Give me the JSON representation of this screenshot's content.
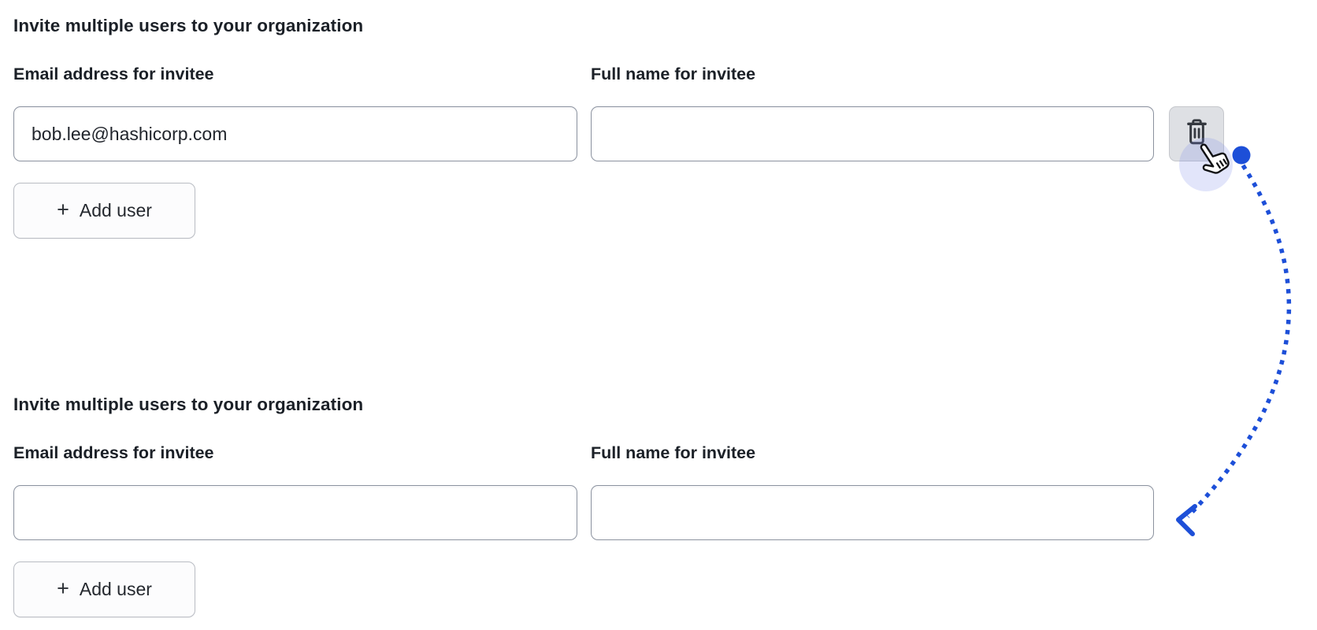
{
  "page": {
    "background": "#ffffff",
    "description": "Tutorial figure: invite-users form shown before and after removing a user row"
  },
  "colors": {
    "text": "#1b2027",
    "input_border": "#8c93a0",
    "button_border": "#b9bcc3",
    "button_bg": "#fcfcfd",
    "trash_button_bg": "#dee0e4",
    "trash_button_border": "#c5c7cc",
    "trash_icon": "#34383f",
    "accent_blue": "#1d4fd8",
    "click_halo": "rgba(125,135,230,0.22)"
  },
  "sections": [
    {
      "heading": "Invite multiple users to your organization",
      "email_label": "Email address for invitee",
      "name_label": "Full name for invitee",
      "email_value": "bob.lee@hashicorp.com",
      "name_value": "",
      "add_user_plus": "+",
      "add_user_label": "Add user",
      "delete_row_button": "trash-icon"
    },
    {
      "heading": "Invite multiple users to your organization",
      "email_label": "Email address for invitee",
      "name_label": "Full name for invitee",
      "email_value": "",
      "name_value": "",
      "add_user_plus": "+",
      "add_user_label": "Add user"
    }
  ],
  "annotation": {
    "type": "dotted-arrow",
    "from": "delete-row-button (first form)",
    "to": "second form name input",
    "cursor": "hand-pointer over trash button",
    "arrow_color": "#1d4fd8"
  }
}
